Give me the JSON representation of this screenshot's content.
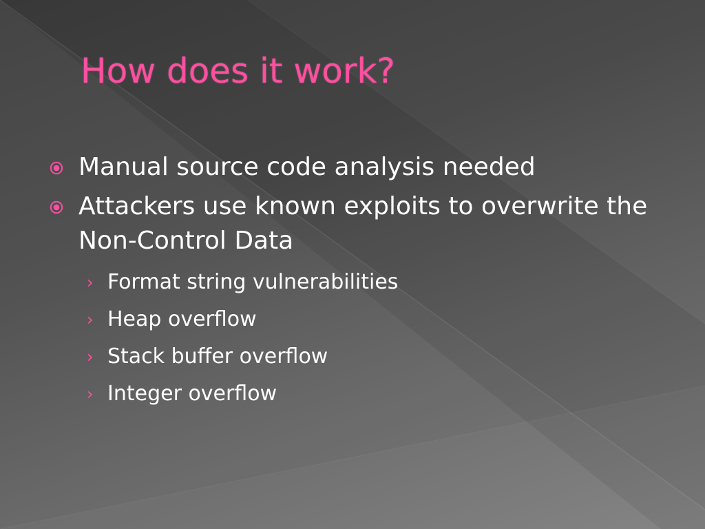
{
  "slide": {
    "title": "How does it work?",
    "bullets": [
      {
        "text": "Manual source code analysis needed",
        "icon": "circle-dot-icon"
      },
      {
        "text": "Attackers use known exploits to overwrite the Non-Control Data",
        "icon": "circle-dot-icon",
        "subitems": [
          {
            "text": "Format string vulnerabilities",
            "icon": "chevron-right-icon",
            "marker": "›"
          },
          {
            "text": "Heap overflow",
            "icon": "chevron-right-icon",
            "marker": "›"
          },
          {
            "text": "Stack buffer overflow",
            "icon": "chevron-right-icon",
            "marker": "›"
          },
          {
            "text": "Integer overflow",
            "icon": "chevron-right-icon",
            "marker": "›"
          }
        ]
      }
    ]
  },
  "colors": {
    "accent": "#ff4fa0",
    "text": "#ffffff",
    "background_dark": "#3d3d3d",
    "background_light": "#7c7c7c"
  }
}
